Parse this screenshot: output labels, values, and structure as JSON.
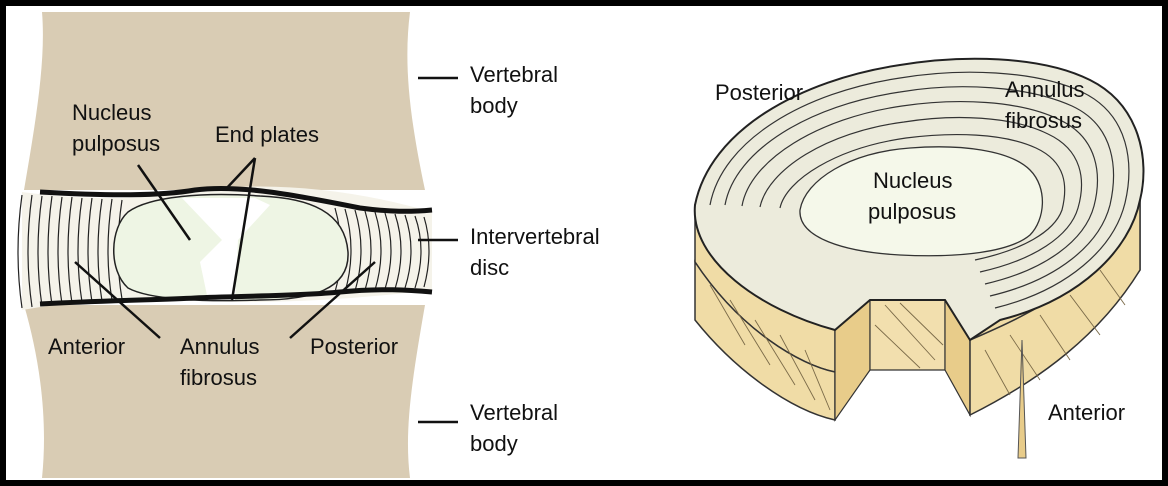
{
  "left_panel": {
    "vertebral_body_top": [
      "Vertebral",
      "body"
    ],
    "nucleus_pulposus": [
      "Nucleus",
      "pulposus"
    ],
    "end_plates": "End plates",
    "intervertebral_disc": [
      "Intervertebral",
      "disc"
    ],
    "anterior": "Anterior",
    "annulus_fibrosus": [
      "Annulus",
      "fibrosus"
    ],
    "posterior": "Posterior",
    "vertebral_body_bottom": [
      "Vertebral",
      "body"
    ]
  },
  "right_panel": {
    "posterior": "Posterior",
    "annulus_fibrosus": [
      "Annulus",
      "fibrosus"
    ],
    "nucleus_pulposus": [
      "Nucleus",
      "pulposus"
    ],
    "anterior": "Anterior"
  },
  "colors": {
    "bone": "#d9ccb4",
    "nucleus": "#eef5e4",
    "annulus_top": "#ecebdc",
    "annulus_side": "#f0dca6",
    "outline": "#111111"
  }
}
